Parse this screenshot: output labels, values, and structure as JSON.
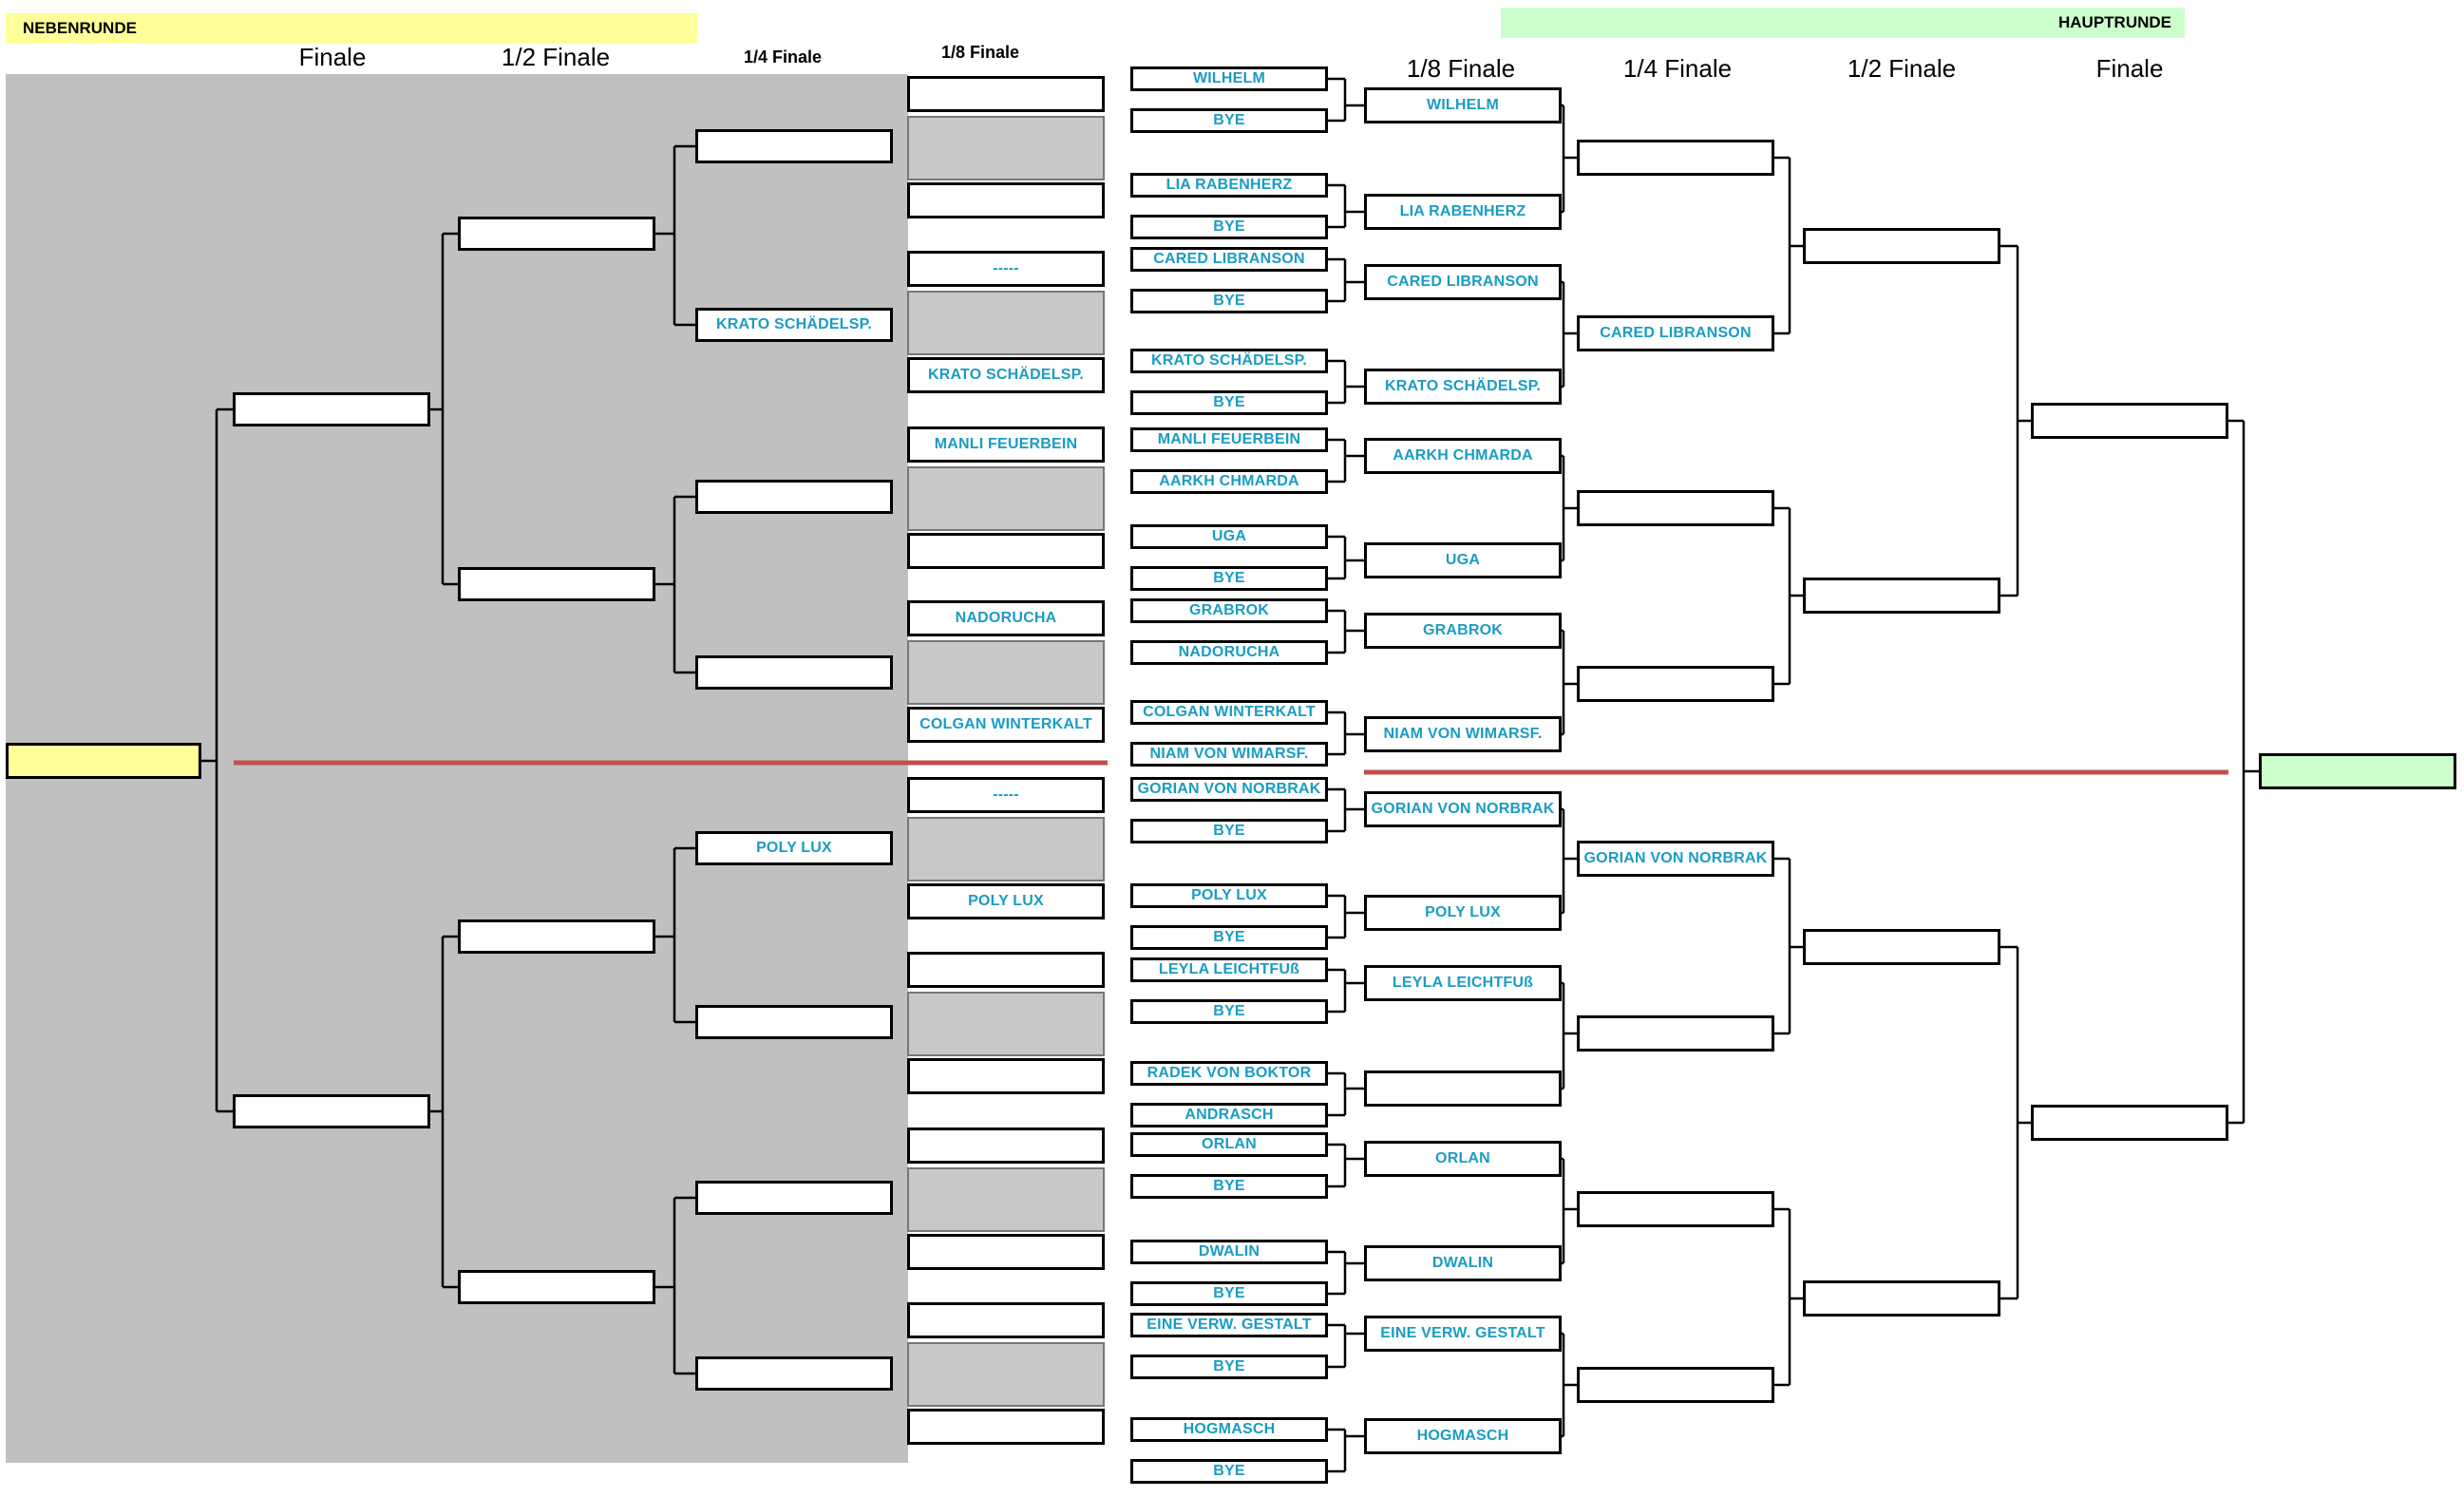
{
  "headers": {
    "left": "NEBENRUNDE",
    "right": "HAUPTRUNDE"
  },
  "colors": {
    "left_header": "#ffff99",
    "right_header": "#ccffcc",
    "gray_area": "#c0c0c0",
    "name_text": "#1a9cc4",
    "divider": "#c0504d"
  },
  "rounds": {
    "left_final": "Finale",
    "left_semi": "1/2 Finale",
    "left_quarter": "1/4 Finale",
    "left_eighth": "1/8 Finale",
    "right_eighth": "1/8 Finale",
    "right_quarter": "1/4 Finale",
    "right_semi": "1/2 Finale",
    "right_final": "Finale"
  },
  "main_pairs": [
    [
      "WILHELM",
      "BYE"
    ],
    [
      "LIA RABENHERZ",
      "BYE"
    ],
    [
      "CARED LIBRANSON",
      "BYE"
    ],
    [
      "KRATO SCHÄDELSP.",
      "BYE"
    ],
    [
      "MANLI FEUERBEIN",
      "AARKH CHMARDA"
    ],
    [
      "UGA",
      "BYE"
    ],
    [
      "GRABROK",
      "NADORUCHA"
    ],
    [
      "COLGAN WINTERKALT",
      "NIAM VON WIMARSF."
    ],
    [
      "GORIAN VON NORBRAK",
      "BYE"
    ],
    [
      "POLY LUX",
      "BYE"
    ],
    [
      "LEYLA LEICHTFUß",
      "BYE"
    ],
    [
      "RADEK VON BOKTOR",
      "ANDRASCH"
    ],
    [
      "ORLAN",
      "BYE"
    ],
    [
      "DWALIN",
      "BYE"
    ],
    [
      "EINE VERW. GESTALT",
      "BYE"
    ],
    [
      "HOGMASCH",
      "BYE"
    ]
  ],
  "main_eighth": [
    "WILHELM",
    "LIA RABENHERZ",
    "CARED LIBRANSON",
    "KRATO SCHÄDELSP.",
    "AARKH CHMARDA",
    "UGA",
    "GRABROK",
    "NIAM VON WIMARSF.",
    "GORIAN VON NORBRAK",
    "POLY LUX",
    "LEYLA LEICHTFUß",
    "",
    "ORLAN",
    "DWALIN",
    "EINE VERW. GESTALT",
    "HOGMASCH"
  ],
  "main_quarter": [
    "",
    "CARED LIBRANSON",
    "",
    "",
    "GORIAN VON NORBRAK",
    "",
    "",
    ""
  ],
  "main_semi": [
    "",
    "",
    "",
    ""
  ],
  "main_final": [
    "",
    ""
  ],
  "main_winner": "",
  "side_eighth": [
    [
      "",
      ""
    ],
    [
      "-----",
      "KRATO SCHÄDELSP."
    ],
    [
      "MANLI FEUERBEIN",
      ""
    ],
    [
      "NADORUCHA",
      "COLGAN WINTERKALT"
    ],
    [
      "-----",
      "POLY LUX"
    ],
    [
      "",
      ""
    ],
    [
      "",
      ""
    ],
    [
      "",
      ""
    ]
  ],
  "side_quarter": [
    "",
    "KRATO SCHÄDELSP.",
    "",
    "",
    "POLY LUX",
    "",
    "",
    ""
  ],
  "side_semi": [
    "",
    "",
    "",
    ""
  ],
  "side_final": [
    "",
    ""
  ],
  "side_winner": ""
}
